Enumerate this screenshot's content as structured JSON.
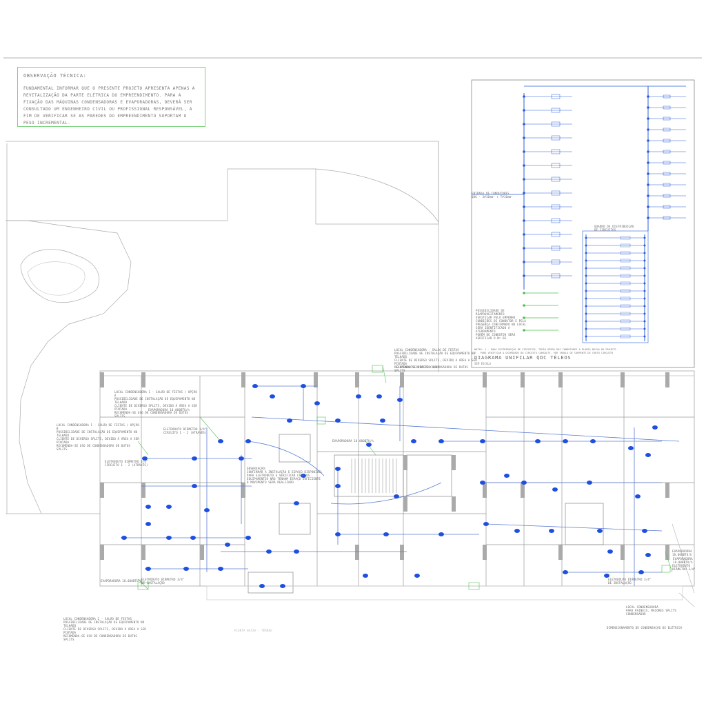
{
  "note": {
    "title": "OBSERVAÇÃO TÉCNICA:",
    "body": "FUNDAMENTAL INFORMAR QUE O PRESENTE PROJETO APRESENTA APENAS A REVITALIZAÇÃO DA PARTE ELÉTRICA DO EMPREENDIMENTO. PARA A FIXAÇÃO DAS MÁQUINAS CONDENSADORAS E EVAPORADORAS, DEVERÁ SER CONSULTADO UM ENGENHEIRO CIVIL OU PROFISSIONAL RESPONSÁVEL, A FIM DE VERIFICAR SE AS PAREDES DO EMPREENDIMENTO SUPORTAM O PESO INCREMENTAL."
  },
  "diagram": {
    "title": "DIAGRAMA UNIFILAR QDC TÉLEOS",
    "subtitle": "SEM ESCALA",
    "notes": "NOTAS: 1 - PARA DISTRIBUIÇÃO DE CIRCUITOS, TERÃO OPERÁ DOS CONDUTORES A PLANTA BAIXA DO PROJETO\n2 - PARA VERIFICAR A OXIMIDADE DO CIRCUITO CONSULTE, VER TABELA DE CORRENTE DE CURTO CIRCUITO"
  },
  "labels": {
    "condensadora_top": "LOCAL CONDENSADORA - SALÃO DE FESTAS\nPOSSIBILIDADE DE INSTALAÇÃO DE EQUIPAMENTO NO TELHADO\nCLIENTE DE DIVERSO SPLITS, DEVIDO À ÁREA A SER PINTADA\nRECOMENDA-SE USO DE CONDENSADORA DE DUTOS SPLITS",
    "condensadora_left": "LOCAL CONDENSADORA 1 - SALÃO DE FESTAS / OPÇÃO A\nPOSSIBILIDADE DE INSTALAÇÃO DE EQUIPAMENTO NO TELHADO\nCLIENTE DE DIVERSO SPLITS, DEVIDO À ÁREA A SER PINTADA\nRECOMENDA-SE USO DE CONDENSADORA DE DUTOS SPLITS",
    "condensadora_left2": "LOCAL CONDENSADORA 1 - SALÃO DE FESTAS / OPÇÃO B\nPOSSIBILIDADE DE INSTALAÇÃO DE EQUIPAMENTO NO TELHADO\nCLIENTE DE DIVERSO SPLITS, DEVIDO À ÁREA A SER PINTADA\nRECOMENDA-SE USO DE CONDENSADORA DE DUTOS SPLITS",
    "condensadora_bottom": "LOCAL CONDENSADORA 2 - SALÃO DE FESTAS\nPOSSIBILIDADE DE INSTALAÇÃO DE EQUIPAMENTO NO TELHADO\nCLIENTE DE DIVERSO SPLITS, DEVIDO À ÁREA A SER PINTADA\nRECOMENDA-SE USO DE CONDENSADORA DE DUTOS SPLITS",
    "eletroduto_1": "ELETRODUTO DIÂMETRO 3/4\"",
    "eletroduto_2": "ELETRODUTO DIÂMETRO 3/4\"\nCIRCUITO 1 - 2 (ATRAVÉS)",
    "eletroduto_3": "ELETRODUTO DIÂMETRO 3/4\"\nCIRCUITO 1 - 2 (ATRAVÉS)",
    "eletroduto_4": "ELETRODUTO DIÂMETRO 3/4\"\nDE INSTALAÇÃO",
    "eletroduto_5": "ELETRODUTO DIÂMETRO 3/4\"\nDE INSTALAÇÃO",
    "eletroduto_6": "ELETRODUTO DIÂMETRO 3/4\"",
    "evaporadora_1": "EVAPORADORA 18.000BTU/h",
    "evaporadora_2": "EVAPORADORA 18.000BTU/h",
    "evaporadora_3": "EVAPORADORA 18.000BTU/h",
    "evaporadora_4": "EVAPORADORA 18.000BTU/h",
    "evaporadora_5": "EVAPORADORA 18.000BTU/h",
    "observacao_centro": "OBSERVAÇÃO:\nCONFIRMAR A INSTALAÇÃO E ESPAÇO DISPONÍVEL\nPARA ELETRODUTO E VERIFICAR CASO OS\nEQUIPAMENTOS NÃO TENHAM ESPAÇO SUFICIENTE\nO MOVIMENTO SERÁ REALIZADO",
    "local_cond_right": "LOCAL CONDENSADORA\nPARA PAINÉIS, MAIORES SPLITS\nCONDENSADOR",
    "dimensionamento": "DIMENSIONAMENTO DE CONDENSAÇÃO DE ELÉTRICA",
    "planta": "PLANTA BAIXA - TÉRREO",
    "diag_qdc": "QUADRO DE DISTRIBUIÇÃO\nDE CIRCUITOS",
    "diag_entrada": "ENTRADA DE CONDUTORES\nQDG - 3#16mm² + T#16mm²",
    "diag_left_note": "POSSIBILIDADE DE REAPROVEITAMENTO\nVERIFICAR PELO EMPENHO\nCONDIÇÕES DE CONDUTOR E PELA\nPRESENÇA CONFIRMADO NO LOCAL\nSERÁ IDENTIFICADO A ATERRAMENTO\nPORÉM DE CONDUTOR SERÁ\nVERIFICAR O Nº DE"
  }
}
